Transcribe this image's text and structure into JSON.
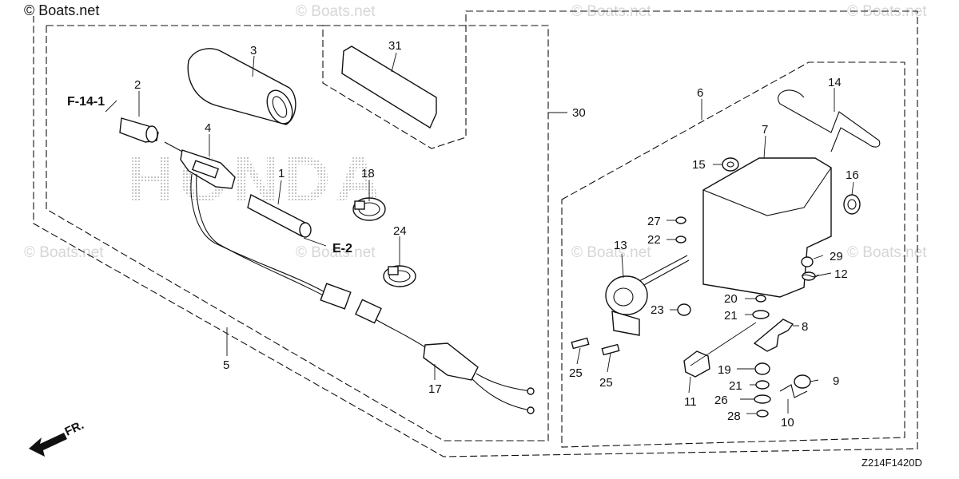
{
  "watermark": {
    "main": "© Boats.net",
    "faint": "© Boats.net"
  },
  "brand_backdrop": "HONDA",
  "diagram_code": "Z214F1420D",
  "front_arrow_label": "FR.",
  "references": {
    "f14": "F-14-1",
    "e2": "E-2"
  },
  "callouts": {
    "c1": "1",
    "c2": "2",
    "c3": "3",
    "c4": "4",
    "c5": "5",
    "c6": "6",
    "c7": "7",
    "c8": "8",
    "c9": "9",
    "c10": "10",
    "c11": "11",
    "c12": "12",
    "c13": "13",
    "c14": "14",
    "c15": "15",
    "c16": "16",
    "c17": "17",
    "c18": "18",
    "c19": "19",
    "c20": "20",
    "c21a": "21",
    "c21b": "21",
    "c22": "22",
    "c23": "23",
    "c24": "24",
    "c25a": "25",
    "c25b": "25",
    "c26": "26",
    "c27": "27",
    "c28": "28",
    "c29": "29",
    "c30": "30",
    "c31": "31"
  },
  "colors": {
    "ink": "#111111",
    "watermark": "#d6d6d6",
    "backdrop_dots": "#9a9a9a"
  }
}
